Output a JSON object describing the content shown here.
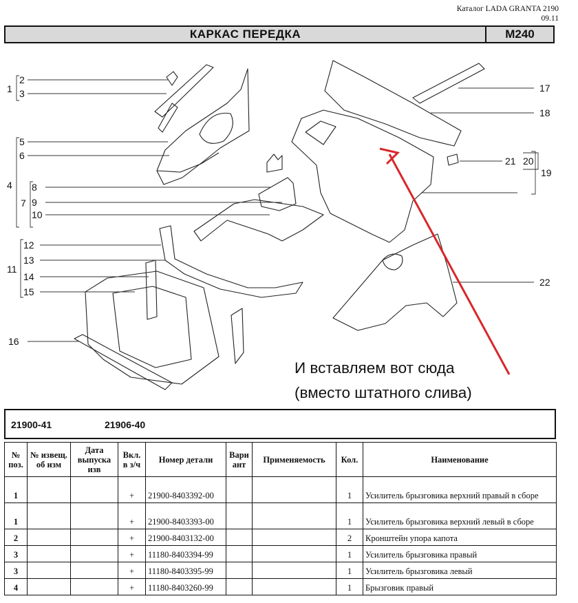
{
  "header": {
    "catalog": "Каталог LADA GRANTA 2190",
    "date": "09.11"
  },
  "title_bar": {
    "title": "КАРКАС ПЕРЕДКА",
    "code": "M240"
  },
  "callouts": {
    "n1": "1",
    "n2": "2",
    "n3": "3",
    "n4": "4",
    "n5": "5",
    "n6": "6",
    "n7": "7",
    "n8": "8",
    "n9": "9",
    "n10": "10",
    "n11": "11",
    "n12": "12",
    "n13": "13",
    "n14": "14",
    "n15": "15",
    "n16": "16",
    "n17": "17",
    "n18": "18",
    "n19": "19",
    "n20": "20",
    "n21": "21",
    "n22": "22"
  },
  "annotation": {
    "line1": "И вставляем вот сюда",
    "line2": "(вместо штатного слива)",
    "arrow_color": "#d9262a"
  },
  "models": {
    "left": "21900-41",
    "right": "21906-40"
  },
  "table": {
    "headers": {
      "pos": "№ поз.",
      "notice": "№ извещ. об изм",
      "date": "Дата выпуска изв",
      "incl": "Вкл. в з/ч",
      "part_no": "Номер детали",
      "variant": "Вари ант",
      "usage": "Применяемость",
      "qty": "Кол.",
      "name": "Наименование"
    },
    "rows": [
      {
        "pos": "1",
        "incl": "+",
        "part_no": "21900-8403392-00",
        "qty": "1",
        "name": "Усилитель брызговика верхний правый в сборе"
      },
      {
        "pos": "1",
        "incl": "+",
        "part_no": "21900-8403393-00",
        "qty": "1",
        "name": "Усилитель брызговика верхний левый в сборе"
      },
      {
        "pos": "2",
        "incl": "+",
        "part_no": "21900-8403132-00",
        "qty": "2",
        "name": "Кронштейн упора капота"
      },
      {
        "pos": "3",
        "incl": "+",
        "part_no": "11180-8403394-99",
        "qty": "1",
        "name": "Усилитель брызговика правый"
      },
      {
        "pos": "3",
        "incl": "+",
        "part_no": "11180-8403395-99",
        "qty": "1",
        "name": "Усилитель брызговика левый"
      },
      {
        "pos": "4",
        "incl": "+",
        "part_no": "11180-8403260-99",
        "qty": "1",
        "name": "Брызговик правый"
      }
    ]
  }
}
